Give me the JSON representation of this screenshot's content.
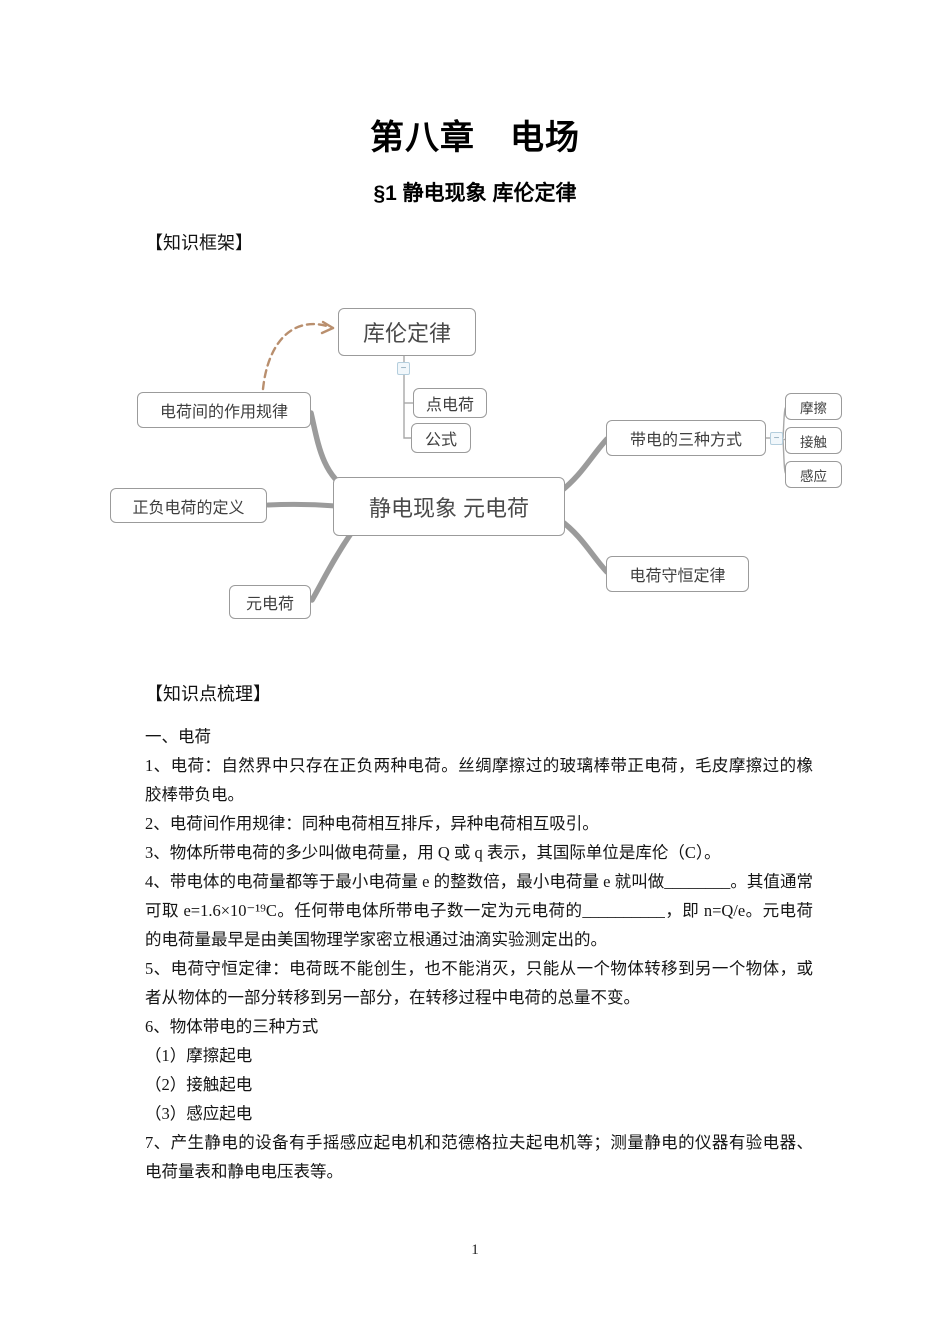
{
  "page": {
    "title": "第八章　电场",
    "subtitle": "§1 静电现象 库伦定律",
    "section1_heading": "【知识框架】",
    "section2_heading": "【知识点梳理】",
    "page_number": "1"
  },
  "mindmap": {
    "nodes": {
      "coulomb": "库伦定律",
      "point_charge": "点电荷",
      "formula": "公式",
      "interaction_rule": "电荷间的作用规律",
      "pos_neg_definition": "正负电荷的定义",
      "elementary_charge": "元电荷",
      "center": "静电现象 元电荷",
      "three_ways": "带电的三种方式",
      "friction": "摩擦",
      "contact": "接触",
      "induction": "感应",
      "conservation": "电荷守恒定律"
    },
    "toggle_glyph": "−",
    "colors": {
      "branch": "#9b9b9b",
      "thin_line": "#a8a8a8",
      "box_border": "#9b9b9b",
      "dashed_arrow": "#b98f6e"
    }
  },
  "content": {
    "paragraphs": [
      "一、电荷",
      "1、电荷：自然界中只存在正负两种电荷。丝绸摩擦过的玻璃棒带正电荷，毛皮摩擦过的橡胶棒带负电。",
      "2、电荷间作用规律：同种电荷相互排斥，异种电荷相互吸引。",
      "3、物体所带电荷的多少叫做电荷量，用 Q 或 q 表示，其国际单位是库伦（C）。",
      "4、带电体的电荷量都等于最小电荷量 e 的整数倍，最小电荷量 e 就叫做________。其值通常可取 e=1.6×10⁻¹⁹C。任何带电体所带电子数一定为元电荷的__________，即 n=Q/e。元电荷的电荷量最早是由美国物理学家密立根通过油滴实验测定出的。",
      "5、电荷守恒定律：电荷既不能创生，也不能消灭，只能从一个物体转移到另一个物体，或者从物体的一部分转移到另一部分，在转移过程中电荷的总量不变。",
      "6、物体带电的三种方式",
      "（1）摩擦起电",
      "（2）接触起电",
      "（3）感应起电",
      "7、产生静电的设备有手摇感应起电机和范德格拉夫起电机等；测量静电的仪器有验电器、电荷量表和静电电压表等。"
    ]
  }
}
